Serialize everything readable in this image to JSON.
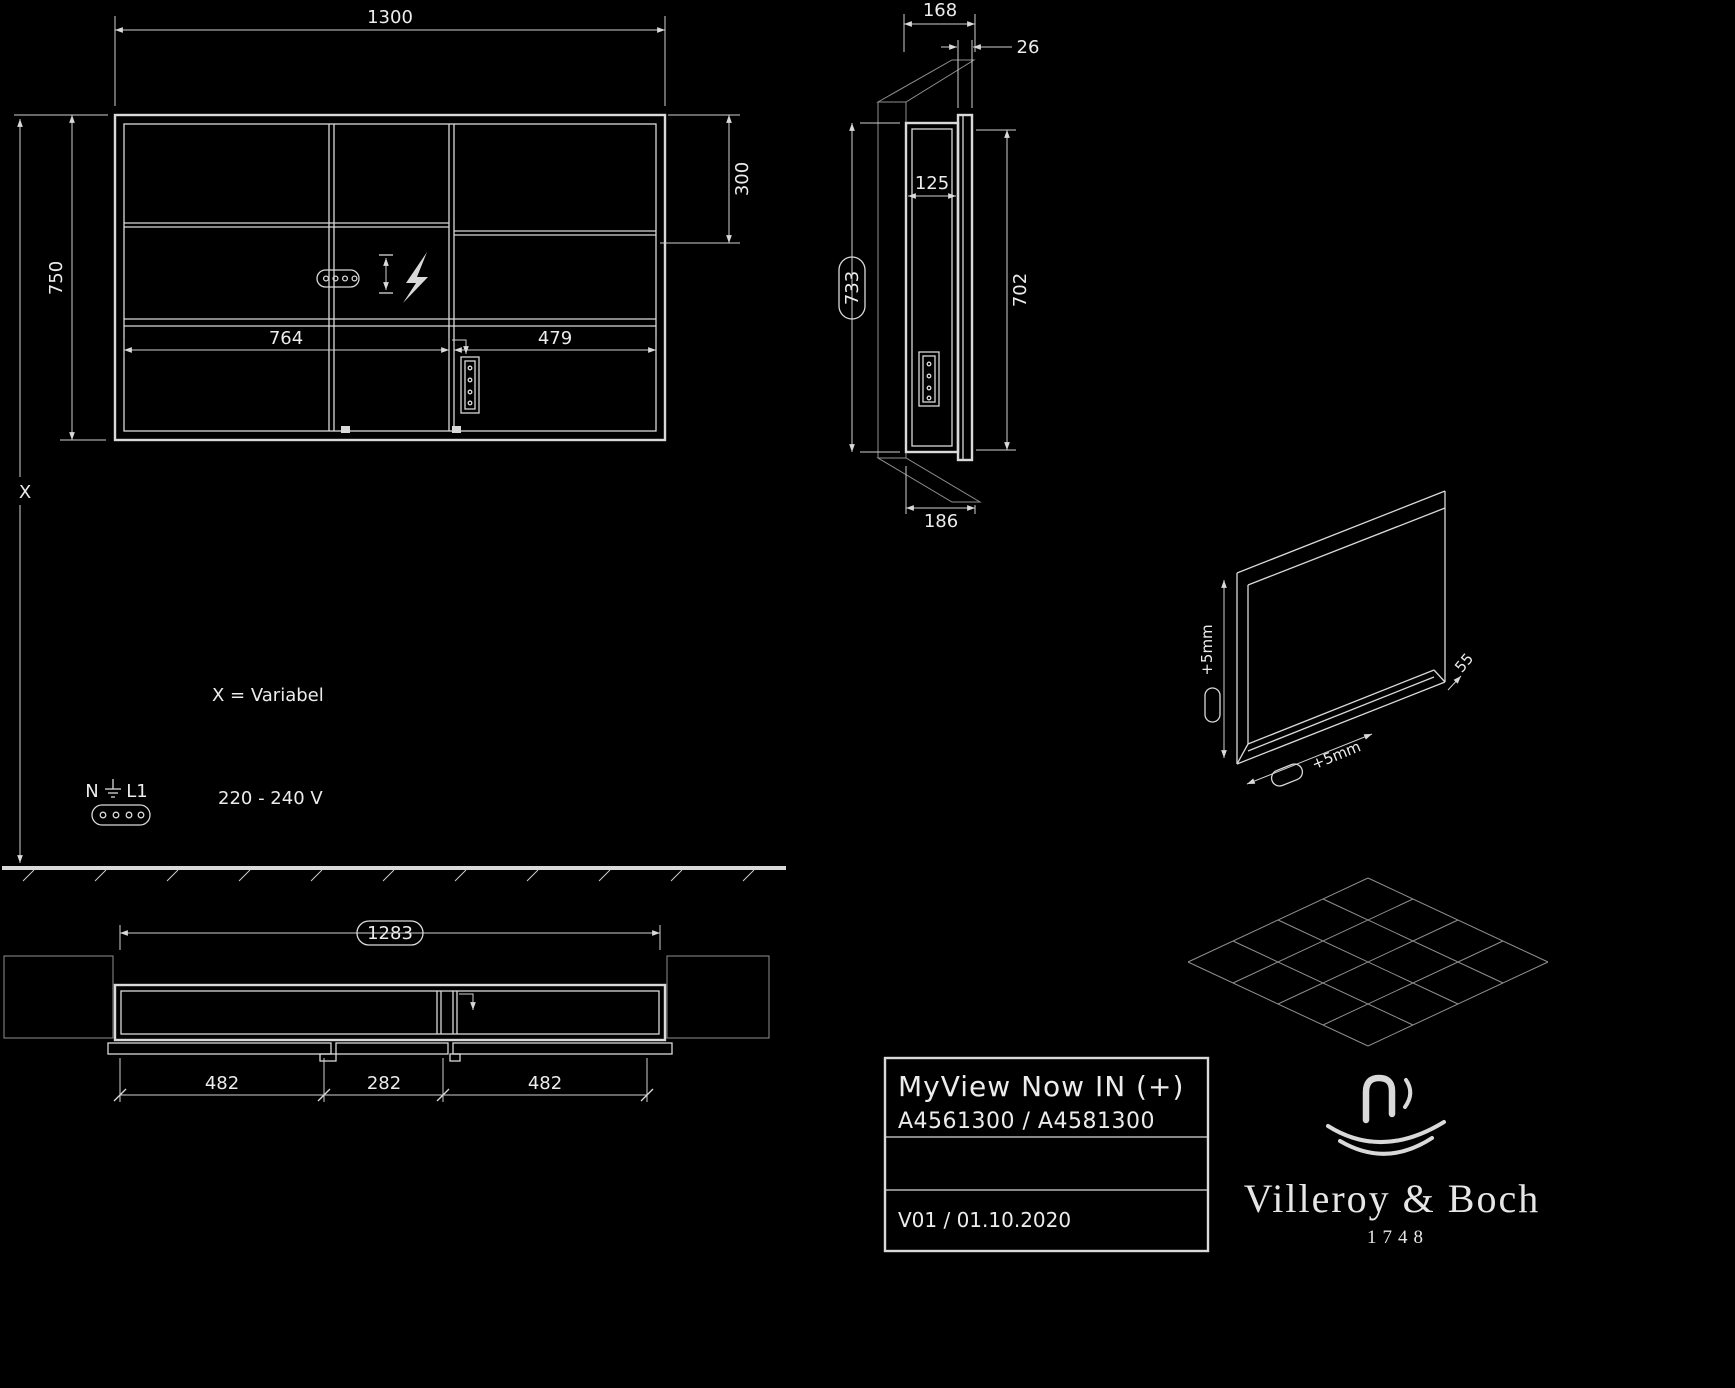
{
  "colors": {
    "line": "#d9d9d9",
    "background": "#000000"
  },
  "front_view": {
    "dim_width": "1300",
    "dim_height": "750",
    "dim_top_right": "300",
    "dim_left_compartment": "764",
    "dim_right_compartment": "479"
  },
  "side_view": {
    "dim_depth_total": "168",
    "dim_front_overhang": "26",
    "dim_inner_depth": "125",
    "dim_niche_height": "733",
    "dim_door_height": "702",
    "dim_bottom_depth": "186"
  },
  "installation": {
    "x_dim_label": "X",
    "x_note": "X = Variabel",
    "terminal_n": "N",
    "terminal_l1": "L1",
    "voltage": "220 - 240 V"
  },
  "niche_detail": {
    "gap_vertical": "+5mm",
    "gap_horizontal": "+5mm",
    "dim_depth": "55"
  },
  "plan_view": {
    "dim_niche_width": "1283",
    "dim_left": "482",
    "dim_center": "282",
    "dim_right": "482"
  },
  "title_block": {
    "product": "MyView Now IN (+)",
    "articles": "A4561300 / A4581300",
    "version": "V01 / 01.10.2020"
  },
  "brand": {
    "name": "Villeroy & Boch",
    "year": "1748"
  }
}
